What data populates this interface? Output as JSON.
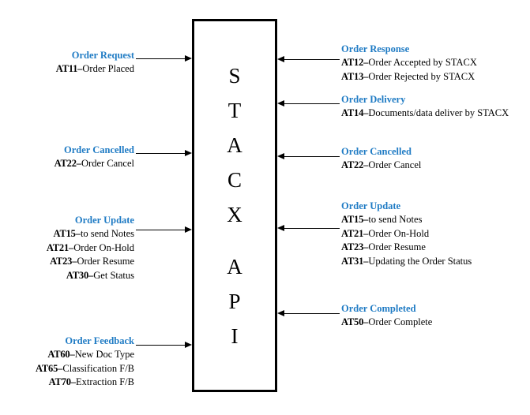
{
  "diagram": {
    "center_box": {
      "name": "STACX API",
      "letters": [
        "S",
        "T",
        "A",
        "C",
        "X",
        "A",
        "P",
        "I"
      ]
    },
    "left_blocks": [
      {
        "title": "Order Request",
        "items": [
          {
            "code": "AT11",
            "dash": "–",
            "text": "Order Placed"
          }
        ]
      },
      {
        "title": "Order Cancelled",
        "items": [
          {
            "code": "AT22",
            "dash": "–",
            "text": "Order Cancel"
          }
        ]
      },
      {
        "title": "Order Update",
        "items": [
          {
            "code": "AT15",
            "dash": "–",
            "text": "to send Notes"
          },
          {
            "code": "AT21",
            "dash": "–",
            "text": "Order On-Hold"
          },
          {
            "code": "AT23",
            "dash": "–",
            "text": "Order Resume"
          },
          {
            "code": "AT30",
            "dash": "–",
            "text": "Get Status"
          }
        ]
      },
      {
        "title": "Order Feedback",
        "items": [
          {
            "code": "AT60",
            "dash": "–",
            "text": "New Doc Type"
          },
          {
            "code": "AT65",
            "dash": "–",
            "text": "Classification F/B"
          },
          {
            "code": "AT70",
            "dash": "–",
            "text": "Extraction F/B"
          }
        ]
      }
    ],
    "right_blocks": [
      {
        "title": "Order Response",
        "items": [
          {
            "code": "AT12",
            "dash": "–",
            "text": "Order Accepted by STACX"
          },
          {
            "code": "AT13",
            "dash": "–",
            "text": "Order Rejected by STACX"
          }
        ]
      },
      {
        "title": "Order Delivery",
        "items": [
          {
            "code": "AT14",
            "dash": "–",
            "text": "Documents/data deliver by STACX"
          }
        ]
      },
      {
        "title": "Order Cancelled",
        "items": [
          {
            "code": "AT22",
            "dash": "–",
            "text": "Order Cancel"
          }
        ]
      },
      {
        "title": "Order Update",
        "items": [
          {
            "code": "AT15",
            "dash": "–",
            "text": "to send Notes"
          },
          {
            "code": "AT21",
            "dash": "–",
            "text": "Order On-Hold"
          },
          {
            "code": "AT23",
            "dash": "–",
            "text": "Order Resume"
          },
          {
            "code": "AT31",
            "dash": "–",
            "text": "Updating the Order Status"
          }
        ]
      },
      {
        "title": "Order Completed",
        "items": [
          {
            "code": "AT50",
            "dash": "–",
            "text": "Order Complete"
          }
        ]
      }
    ],
    "colors": {
      "title_blue": "#1F7BC4",
      "line_black": "#000000",
      "background": "#FFFFFF"
    }
  }
}
